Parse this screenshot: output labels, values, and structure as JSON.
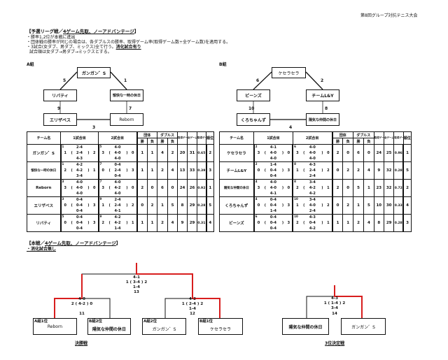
{
  "doc_title": "第8回グループ対抗テニス大会",
  "prelim": {
    "heading_prefix": "【予選リーグ戦／",
    "heading_underlined": "4ゲーム先取、ノーアドバンテージ",
    "heading_suffix": "】",
    "rules": [
      "・勝率1,2位が本戦に進出",
      "・団体戦の勝率が同じの場合は、各ダブルスの勝率、取得ゲーム率(取得ゲーム数÷全ゲーム数)を適用する。",
      "・3試合(女ダブ、男ダブ、ミックス)全て行う。"
    ],
    "rule3_underlined": "消化試合有り",
    "rule4": "試合順は女ダブ→男ダブ→ミックスとする。"
  },
  "groups": [
    {
      "label": "A組",
      "diagram": {
        "top": "ガンガン゛S",
        "mid_left": "リバティ",
        "mid_right": "愉快な一時の休日",
        "bot_left": "エリザベス",
        "bot_right": "Reborn",
        "edge_top_left": "5",
        "edge_top_right": "1",
        "edge_left": "9",
        "edge_right": "7",
        "edge_bottom": "3"
      },
      "rows": [
        {
          "team": "ガンガン゛S",
          "m1": {
            "no": "1",
            "l": "1",
            "r": "2",
            "g": [
              "2-4",
              "2-4",
              "4-3"
            ]
          },
          "m2": {
            "no": "5",
            "l": "3",
            "r": "0",
            "g": [
              "4-0",
              "4-0",
              "4-0"
            ]
          },
          "tw": "1",
          "tl": "1",
          "dw": "4",
          "dl": "2",
          "gw": "20",
          "ga": "31",
          "rate": "0.65",
          "rank": "2"
        },
        {
          "team": "愉快な一時の休日",
          "m1": {
            "no": "1",
            "l": "2",
            "r": "1",
            "g": [
              "4-2",
              "4-2",
              "3-4"
            ]
          },
          "m2": {
            "no": "7",
            "l": "0",
            "r": "3",
            "g": [
              "0-4",
              "2-4",
              "0-4"
            ]
          },
          "tw": "1",
          "tl": "1",
          "dw": "2",
          "dl": "4",
          "gw": "13",
          "ga": "33",
          "rate": "0.39",
          "rank": "3"
        },
        {
          "team": "Reborn",
          "m1": {
            "no": "3",
            "l": "3",
            "r": "0",
            "g": [
              "4-0",
              "4-0",
              "4-0"
            ]
          },
          "m2": {
            "no": "7",
            "l": "3",
            "r": "0",
            "g": [
              "4-0",
              "4-2",
              "4-0"
            ]
          },
          "tw": "2",
          "tl": "0",
          "dw": "6",
          "dl": "0",
          "gw": "24",
          "ga": "26",
          "rate": "0.92",
          "rank": "1"
        },
        {
          "team": "エリザベス",
          "m1": {
            "no": "3",
            "l": "0",
            "r": "3",
            "g": [
              "0-4",
              "0-4",
              "0-4"
            ]
          },
          "m2": {
            "no": "9",
            "l": "1",
            "r": "2",
            "g": [
              "2-4",
              "2-4",
              "4-1"
            ]
          },
          "tw": "0",
          "tl": "2",
          "dw": "1",
          "dl": "5",
          "gw": "8",
          "ga": "29",
          "rate": "0.28",
          "rank": "5"
        },
        {
          "team": "リバティ",
          "m1": {
            "no": "5",
            "l": "0",
            "r": "3",
            "g": [
              "0-4",
              "0-4",
              "0-4"
            ]
          },
          "m2": {
            "no": "9",
            "l": "2",
            "r": "1",
            "g": [
              "4-2",
              "4-2",
              "1-4"
            ]
          },
          "tw": "1",
          "tl": "1",
          "dw": "2",
          "dl": "4",
          "gw": "9",
          "ga": "29",
          "rate": "0.31",
          "rank": "4"
        }
      ]
    },
    {
      "label": "B組",
      "diagram": {
        "top": "ケセラセラ",
        "mid_left": "ビーンズ",
        "mid_right": "チームL&Y",
        "bot_left": "くろちゃんず",
        "bot_right": "陽気な仲間の休日",
        "edge_top_left": "6",
        "edge_top_right": "2",
        "edge_left": "10",
        "edge_right": "8",
        "edge_bottom": "4"
      },
      "rows": [
        {
          "team": "ケセラセラ",
          "m1": {
            "no": "2",
            "l": "3",
            "r": "0",
            "g": [
              "4-1",
              "4-0",
              "4-0"
            ]
          },
          "m2": {
            "no": "6",
            "l": "3",
            "r": "0",
            "g": [
              "4-0",
              "4-0",
              "4-0"
            ]
          },
          "tw": "2",
          "tl": "0",
          "dw": "6",
          "dl": "0",
          "gw": "24",
          "ga": "25",
          "rate": "0.96",
          "rank": "1"
        },
        {
          "team": "チームL&Y",
          "m1": {
            "no": "2",
            "l": "0",
            "r": "3",
            "g": [
              "1-4",
              "0-4",
              "0-4"
            ]
          },
          "m2": {
            "no": "8",
            "l": "1",
            "r": "2",
            "g": [
              "4-3",
              "2-4",
              "2-4"
            ]
          },
          "tw": "0",
          "tl": "2",
          "dw": "2",
          "dl": "4",
          "gw": "9",
          "ga": "32",
          "rate": "0.28",
          "rank": "5"
        },
        {
          "team": "陽気な仲間の休日",
          "m1": {
            "no": "4",
            "l": "3",
            "r": "0",
            "g": [
              "4-0",
              "4-0",
              "4-1"
            ]
          },
          "m2": {
            "no": "8",
            "l": "2",
            "r": "1",
            "g": [
              "3-4",
              "4-2",
              "4-2"
            ]
          },
          "tw": "2",
          "tl": "0",
          "dw": "5",
          "dl": "1",
          "gw": "23",
          "ga": "32",
          "rate": "0.72",
          "rank": "2"
        },
        {
          "team": "くろちゃんず",
          "m1": {
            "no": "4",
            "l": "0",
            "r": "3",
            "g": [
              "0-4",
              "0-4",
              "1-4"
            ]
          },
          "m2": {
            "no": "10",
            "l": "1",
            "r": "2",
            "g": [
              "3-4",
              "4-0",
              "2-4"
            ]
          },
          "tw": "0",
          "tl": "2",
          "dw": "1",
          "dl": "5",
          "gw": "10",
          "ga": "30",
          "rate": "0.33",
          "rank": "4"
        },
        {
          "team": "ビーンズ",
          "m1": {
            "no": "6",
            "l": "0",
            "r": "3",
            "g": [
              "0-4",
              "0-4",
              "0-4"
            ]
          },
          "m2": {
            "no": "10",
            "l": "2",
            "r": "1",
            "g": [
              "4-3",
              "0-4",
              "4-2"
            ]
          },
          "tw": "1",
          "tl": "1",
          "dw": "2",
          "dl": "4",
          "gw": "8",
          "ga": "29",
          "rate": "0.28",
          "rank": "3"
        }
      ]
    }
  ],
  "table_headers": {
    "team": "チーム名",
    "m1": "1試合目",
    "m2": "2試合目",
    "team_result": "団体",
    "doubles": "ダブルス",
    "win": "勝",
    "loss": "負",
    "games_won": "取得ゲーム",
    "games_all": "全ゲーム",
    "rate": "取得ゲーム率",
    "rank": "順位"
  },
  "main": {
    "heading_prefix": "【本戦／",
    "heading_underlined": "4ゲーム先取、ノーアドバンテージ",
    "heading_suffix": "】",
    "rule": "・消化試合無し",
    "final": {
      "g1": "4-1",
      "left": "1",
      "g2": "3-4",
      "right": "2",
      "g3": "1-4",
      "no": "13",
      "label": "決勝戦"
    },
    "semi_left": {
      "g1": "4-0",
      "left": "2",
      "g2": "4-2",
      "right": "0",
      "no": "11"
    },
    "semi_right": {
      "g1": "4-2",
      "left": "1",
      "g2": "2-4",
      "right": "2",
      "g3": "1-4",
      "no": "12"
    },
    "slots": [
      {
        "seed": "A組1位",
        "team": "Reborn"
      },
      {
        "seed": "B組2位",
        "team": "陽気な仲間の休日"
      },
      {
        "seed": "A組2位",
        "team": "ガンガン゛S"
      },
      {
        "seed": "B組1位",
        "team": "ケセラセラ"
      }
    ],
    "third": {
      "g1": "4-3",
      "left": "1",
      "g2": "1-4",
      "right": "2",
      "g3": "3-4",
      "no": "14",
      "label": "3位決定戦",
      "teams": [
        "陽気な仲間の休日",
        "ガンガン゛S"
      ]
    }
  },
  "colors": {
    "winner_line": "#d81e1e",
    "line": "#111111"
  }
}
